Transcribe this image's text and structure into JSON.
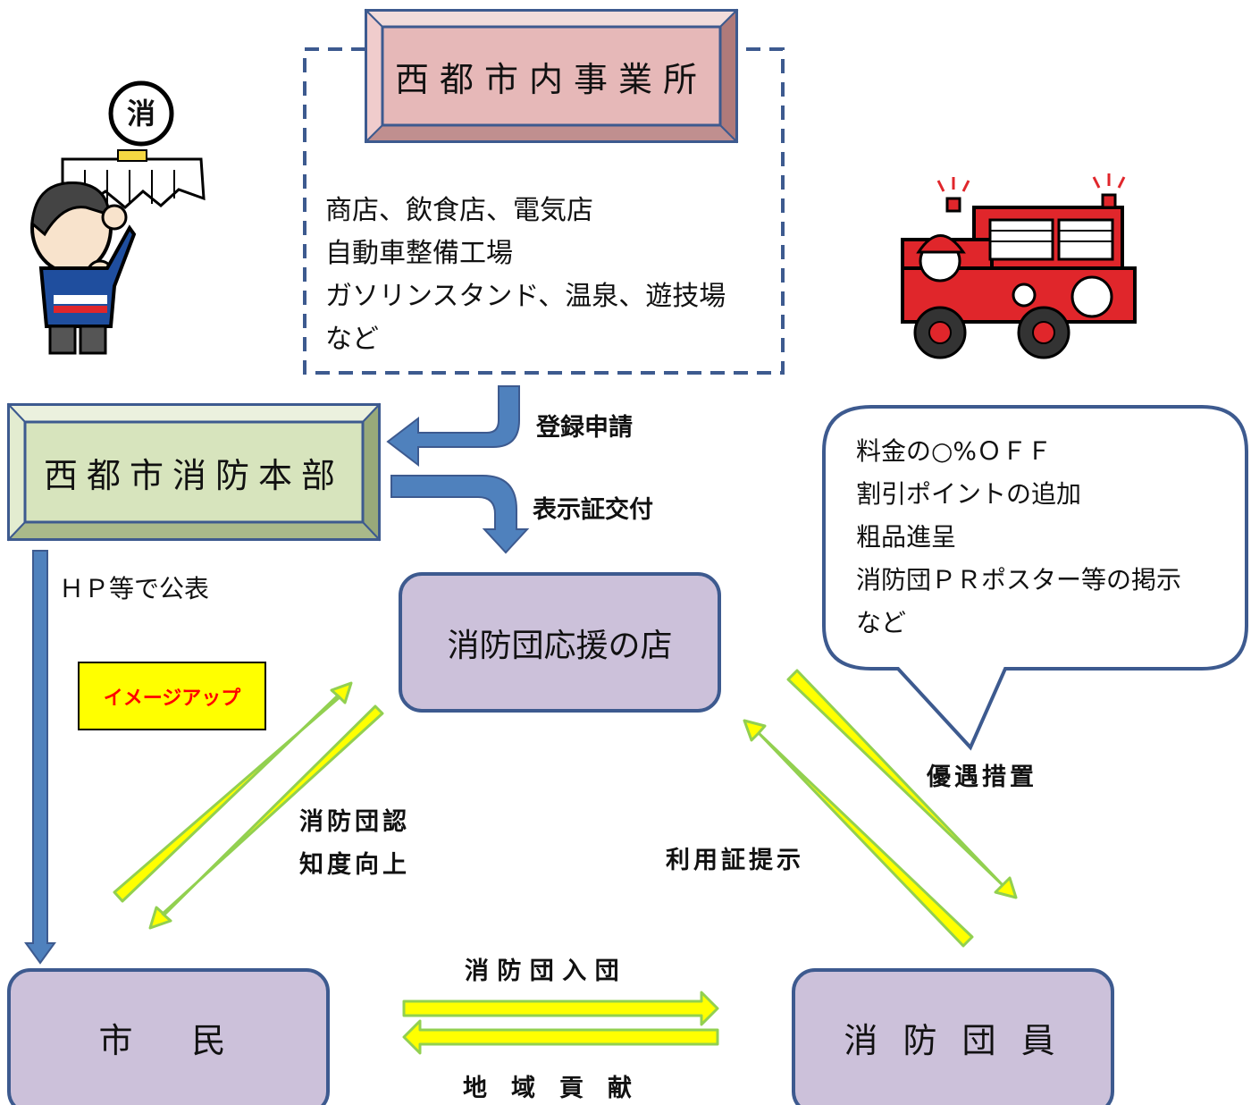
{
  "top_box": {
    "title": "西都市内事業所"
  },
  "business_list": [
    "商店、飲食店、電気店",
    "自動車整備工場",
    "ガソリンスタンド、温泉、遊技場",
    "など"
  ],
  "hq_box": {
    "title": "西都市消防本部"
  },
  "store_box": {
    "title": "消防団応援の店"
  },
  "citizen_box": {
    "title": "市　民"
  },
  "member_box": {
    "title": "消 防 団 員"
  },
  "image_up": {
    "label": "イメージアップ"
  },
  "benefits": [
    "料金の○%ＯＦＦ",
    "割引ポイントの追加",
    "粗品進呈",
    "消防団ＰＲポスター等の掲示",
    "など"
  ],
  "labels": {
    "registration": "登録申請",
    "issue": "表示証交付",
    "publish": "ＨＰ等で公表",
    "awareness_1": "消防団認",
    "awareness_2": "知度向上",
    "card": "利用証提示",
    "preferential": "優遇措置",
    "join": "消 防 団 入 団",
    "contribution": "地　域　貢　献"
  },
  "colors": {
    "top_box_fill": "#e6b8b8",
    "hq_box_fill": "#d7e4bd",
    "rounded_box_fill": "#ccc1da",
    "frame_blue": "#3d5a8f",
    "arrow_blue": "#4f81bd",
    "arrow_yellow": "#ffff00",
    "arrow_yellow_outline": "#92d050",
    "image_up_bg": "#ffff00",
    "image_up_text": "#ff0000"
  }
}
